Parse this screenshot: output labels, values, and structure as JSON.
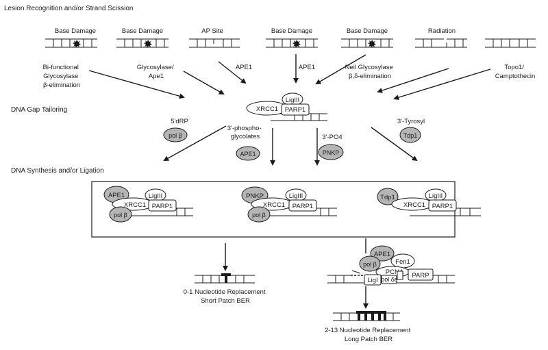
{
  "sections": {
    "lesion": "Lesion Recognition and/or Strand Scission",
    "gap": "DNA Gap Tailoring",
    "synthesis": "DNA Synthesis and/or Ligation"
  },
  "lesion_row": {
    "l1": "Base Damage",
    "l2": "Base Damage",
    "l3": "AP Site",
    "l4": "Base Damage",
    "l5": "Base Damage",
    "l6": "Radiation"
  },
  "pathways": {
    "bifunctional": [
      "Bi-functional",
      "Glycosylase",
      "β-elimination"
    ],
    "glyco_ape1": [
      "Glycosylase/",
      "Ape1"
    ],
    "ape1_a": "APE1",
    "ape1_b": "APE1",
    "neil": [
      "Neil Glycosylase",
      "β,δ-elimination"
    ],
    "topo": [
      "Topo1/",
      "Camptothecin"
    ]
  },
  "complex": {
    "ligiii": "LigIII",
    "xrcc1": "XRCC1",
    "parp1": "PARP1"
  },
  "tailoring": {
    "dRP": "5'dRP",
    "polb": "pol β",
    "phospho": [
      "3'-phospho-",
      "glycolates"
    ],
    "ape1": "APE1",
    "po4": "3'-PO4",
    "pnkp": "PNKP",
    "tyrosyl": "3'-Tyrosyl",
    "tdp1": "Tdp1"
  },
  "synthesis_box": {
    "c1": {
      "top": "APE1",
      "lig": "LigIII",
      "xrcc": "XRCC1",
      "parp": "PARP1",
      "pol": "pol β"
    },
    "c2": {
      "top": "PNKP",
      "lig": "LigIII",
      "xrcc": "XRCC1",
      "parp": "PARP1",
      "pol": "pol β"
    },
    "c3": {
      "top": "Tdp1",
      "lig": "LigIII",
      "xrcc": "XRCC1",
      "parp": "PARP1"
    }
  },
  "long_patch": {
    "ape1": "APE1",
    "polb": "pol β",
    "fen1": "Fen1",
    "pcna": "PCNA",
    "ligi": "LigI",
    "polde": "pol δε",
    "parp": "PARP"
  },
  "outcomes": {
    "short": [
      "0-1 Nucleotide Replacement",
      "Short Patch BER"
    ],
    "long": [
      "2-13 Nucleotide Replacement",
      "Long Patch BER"
    ]
  }
}
